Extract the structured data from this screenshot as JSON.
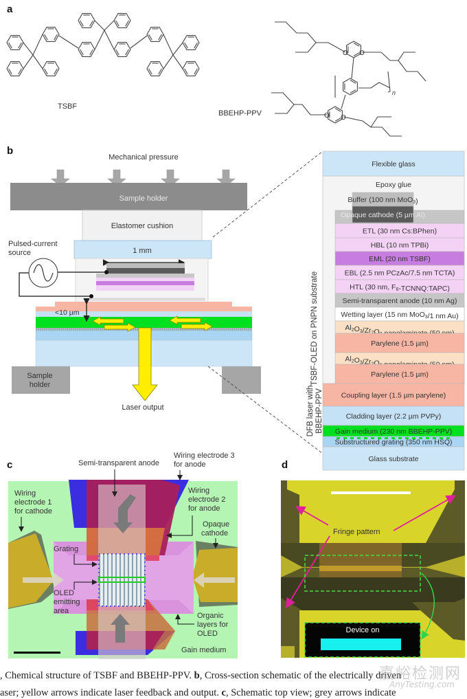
{
  "panel_a": {
    "label": "a",
    "molecule1_name": "TSBF",
    "molecule2_name": "BBEHP-PPV",
    "atom_O": "O",
    "repeat_n": "n"
  },
  "panel_b": {
    "label": "b",
    "mechanical_pressure": "Mechanical pressure",
    "sample_holder_top": "Sample holder",
    "elastomer": "Elastomer cushion",
    "scale_1mm": "1 mm",
    "pulsed_source_line1": "Pulsed-current",
    "pulsed_source_line2": "source",
    "gap": "<10 µm",
    "sample_holder_bottom_line1": "Sample",
    "sample_holder_bottom_line2": "holder",
    "laser_output": "Laser output",
    "stack_group_oled": "TSBF-OLED on PNPN substrate",
    "stack_group_dfb_line1": "DFB laser with",
    "stack_group_dfb_line2": "BBEHP-PPV",
    "stack_layers": [
      {
        "name": "Flexible glass",
        "color": "#cde6f7"
      },
      {
        "name": "Epoxy glue",
        "color": "#f2f2f2"
      },
      {
        "name": "Buffer (100 nm MoO3)",
        "color": "#bdbdbd"
      },
      {
        "name": "Opaque cathode (5 µm Al)",
        "color": "#5a5a5a"
      },
      {
        "name": "ETL (30 nm Cs:BPhen)",
        "color": "#f3d2f5"
      },
      {
        "name": "HBL (10 nm TPBi)",
        "color": "#f3d2f5"
      },
      {
        "name": "EML (20 nm TSBF)",
        "color": "#c77de0"
      },
      {
        "name": "EBL (2.5 nm PCzAc/7.5 nm TCTA)",
        "color": "#f3d2f5"
      },
      {
        "name": "HTL (30 nm, F6-TCNNQ:TAPC)",
        "color": "#f3d2f5"
      },
      {
        "name": "Semi-transparent anode (10 nm Ag)",
        "color": "#c6c6c6"
      },
      {
        "name": "Wetting layer (15 nm MoO3/1 nm Au)",
        "color": "#ffffff"
      },
      {
        "name": "Al2O3/Zr2O3 nanolaminate (50 nm)",
        "color": "#fbe0c6"
      },
      {
        "name": "Parylene (1.5 µm)",
        "color": "#f7b5a3"
      },
      {
        "name": "Al2O3/Zr2O3 nanolaminate (50 nm)",
        "color": "#fbe0c6"
      },
      {
        "name": "Parylene (1.5 µm)",
        "color": "#f7b5a3"
      },
      {
        "name": "Coupling layer (1.5 µm parylene)",
        "color": "#f7b5a3"
      },
      {
        "name": "Cladding layer (2.2 µm PVPy)",
        "color": "#c4e1f5"
      },
      {
        "name": "Gain medium (230 nm BBEHP-PPV)",
        "color": "#00e01e"
      },
      {
        "name": "Substructured grating (350 nm HSQ)",
        "color": "#a9d4f2"
      },
      {
        "name": "Glass substrate",
        "color": "#cde6f7"
      }
    ]
  },
  "panel_c": {
    "label": "c",
    "semi_anode": "Semi-transparent anode",
    "wiring3_line1": "Wiring electrode 3",
    "wiring3_line2": "for anode",
    "wiring1_line1": "Wiring",
    "wiring1_line2": "electrode 1",
    "wiring1_line3": "for cathode",
    "wiring2_line1": "Wiring",
    "wiring2_line2": "electrode 2",
    "wiring2_line3": "for anode",
    "opaque_cathode_line1": "Opaque",
    "opaque_cathode_line2": "cathode",
    "grating": "Grating",
    "oled_area_line1": "OLED",
    "oled_area_line2": "emitting",
    "oled_area_line3": "area",
    "organic_line1": "Organic",
    "organic_line2": "layers for",
    "organic_line3": "OLED",
    "gain_medium": "Gain medium"
  },
  "panel_d": {
    "label": "d",
    "fringe": "Fringe pattern",
    "device_on": "Device on"
  },
  "caption": {
    "line1_prefix": ", Chemical structure of TSBF and BBEHP-PPV. ",
    "line1_b": "b",
    "line1_suffix": ", Cross-section schematic of the electrically driven",
    "line2_prefix": "aser; yellow arrows indicate laser feedback and output. ",
    "line2_c": "c",
    "line2_suffix": ", Schematic top view; grey arrows indicate"
  },
  "watermark": {
    "cn": "嘉峪检测网",
    "en": "AnyTesting.com"
  }
}
